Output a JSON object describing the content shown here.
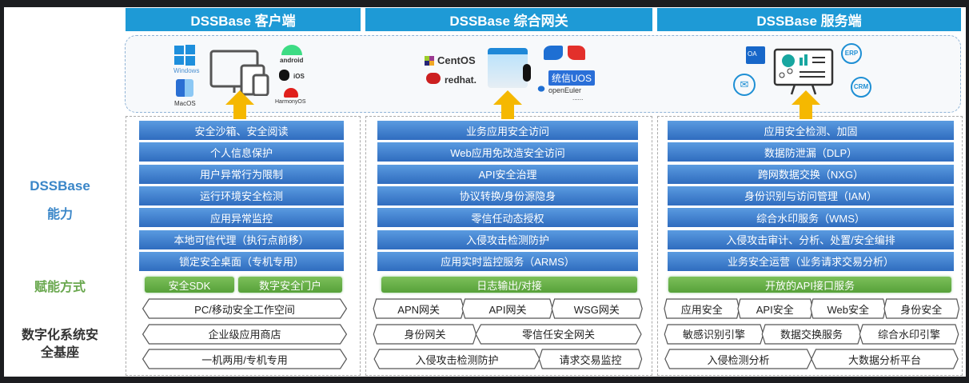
{
  "headers": [
    "DSSBase 客户端",
    "DSSBase 综合网关",
    "DSSBase 服务端"
  ],
  "side": {
    "capability_line1": "DSSBase",
    "capability_line2": "能力",
    "empower": "赋能方式",
    "base_line1": "数字化系统安",
    "base_line2": "全基座"
  },
  "logos": {
    "client": [
      "Windows",
      "MacOS",
      "android",
      "iOS",
      "HarmonyOS"
    ],
    "gateway": [
      "CentOS",
      "redhat.",
      "统信UOS",
      "openEuler",
      "......"
    ],
    "server": [
      "OA",
      "ERP",
      "CRM"
    ]
  },
  "client": {
    "capabilities": [
      "安全沙箱、安全阅读",
      "个人信息保护",
      "用户异常行为限制",
      "运行环境安全检测",
      "应用异常监控",
      "本地可信代理（执行点前移）",
      "锁定安全桌面（专机专用）"
    ],
    "empower": [
      "安全SDK",
      "数字安全门户"
    ],
    "base": [
      [
        "PC/移动安全工作空间"
      ],
      [
        "企业级应用商店"
      ],
      [
        "一机两用/专机专用"
      ]
    ]
  },
  "gateway": {
    "capabilities": [
      "业务应用安全访问",
      "Web应用免改造安全访问",
      "API安全治理",
      "协议转换/身份源隐身",
      "零信任动态授权",
      "入侵攻击检测防护",
      "应用实时监控服务（ARMS）"
    ],
    "empower": [
      "日志输出/对接"
    ],
    "base": [
      [
        "APN网关",
        "API网关",
        "WSG网关"
      ],
      [
        "身份网关",
        "零信任安全网关"
      ],
      [
        "入侵攻击检测防护",
        "请求交易监控"
      ]
    ]
  },
  "server": {
    "capabilities": [
      "应用安全检测、加固",
      "数据防泄漏（DLP）",
      "跨网数据交换（NXG）",
      "身份识别与访问管理（IAM）",
      "综合水印服务（WMS）",
      "入侵攻击审计、分析、处置/安全编排",
      "业务安全运营（业务请求交易分析）"
    ],
    "empower": [
      "开放的API接口服务"
    ],
    "base": [
      [
        "应用安全",
        "API安全",
        "Web安全",
        "身份安全"
      ],
      [
        "敏感识别引擎",
        "数据交换服务",
        "综合水印引擎"
      ],
      [
        "入侵检测分析",
        "大数据分析平台"
      ]
    ]
  },
  "colors": {
    "header": "#1e9ad6",
    "bar": "#3b7fd0",
    "green": "#6ab04c",
    "arrow": "#f5b800"
  }
}
